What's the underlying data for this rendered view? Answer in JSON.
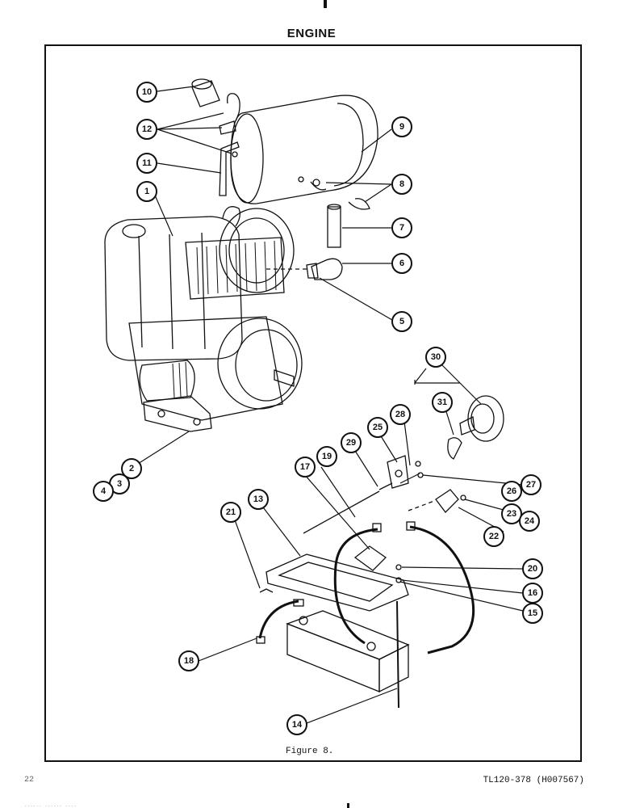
{
  "page": {
    "title": "ENGINE",
    "caption": "Figure 8.",
    "page_number": "22",
    "document_id": "TL120-378 (H007567)",
    "scan_mark": "...... ...... ...."
  },
  "illustration": {
    "subject": "engine exploded parts view",
    "callouts": [
      "1",
      "2",
      "3",
      "4",
      "5",
      "6",
      "7",
      "8",
      "9",
      "10",
      "11",
      "12",
      "13",
      "14",
      "15",
      "16",
      "17",
      "18",
      "19",
      "20",
      "21",
      "22",
      "23",
      "24",
      "25",
      "26",
      "27",
      "28",
      "29",
      "30",
      "31"
    ]
  },
  "colors": {
    "ink": "#111111",
    "paper": "#ffffff"
  }
}
